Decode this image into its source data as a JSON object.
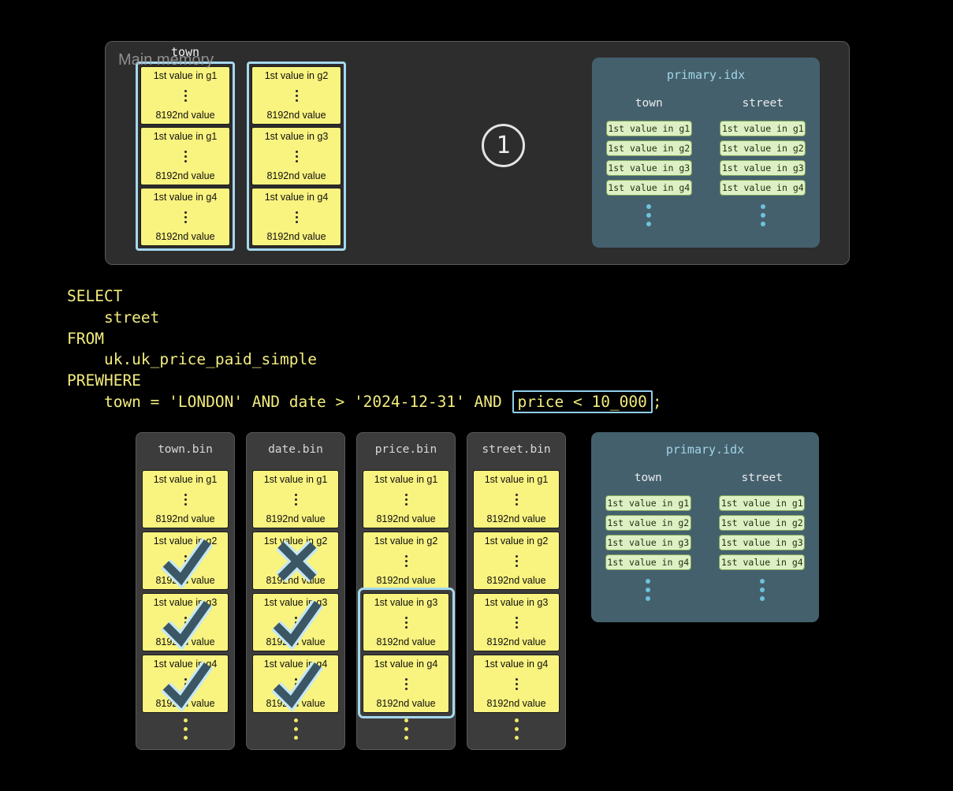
{
  "top_panel": {
    "label": "Main memory",
    "step_badge": "1",
    "column_label": "town",
    "stacks": [
      {
        "name": "stack-1",
        "blocks": [
          {
            "top": "1st value in g1",
            "bottom": "8192nd value"
          },
          {
            "top": "1st value in g1",
            "bottom": "8192nd value"
          },
          {
            "top": "1st value in g4",
            "bottom": "8192nd value"
          }
        ]
      },
      {
        "name": "stack-2",
        "blocks": [
          {
            "top": "1st value in g2",
            "bottom": "8192nd value"
          },
          {
            "top": "1st value in g3",
            "bottom": "8192nd value"
          },
          {
            "top": "1st value in g4",
            "bottom": "8192nd value"
          }
        ]
      }
    ]
  },
  "primary_idx": {
    "title": "primary.idx",
    "columns": [
      {
        "header": "town",
        "entries": [
          "1st value in g1",
          "1st value in g2",
          "1st value in g3",
          "1st value in g4"
        ]
      },
      {
        "header": "street",
        "entries": [
          "1st value in g1",
          "1st value in g2",
          "1st value in g3",
          "1st value in g4"
        ]
      }
    ]
  },
  "sql": {
    "lines": [
      "SELECT",
      "    street",
      "FROM",
      "    uk.uk_price_paid_simple",
      "PREWHERE"
    ],
    "where_prefix": "    town = 'LONDON' AND date > '2024-12-31' AND ",
    "where_highlight": "price < 10_000",
    "where_suffix": ";"
  },
  "bins": [
    {
      "name": "town.bin",
      "blocks": [
        {
          "top": "1st value in g1",
          "bottom": "8192nd value",
          "mark": "none"
        },
        {
          "top": "1st value in g2",
          "bottom": "8192nd value",
          "mark": "check"
        },
        {
          "top": "1st value in g3",
          "bottom": "8192nd value",
          "mark": "check"
        },
        {
          "top": "1st value in g4",
          "bottom": "8192nd value",
          "mark": "check"
        }
      ]
    },
    {
      "name": "date.bin",
      "blocks": [
        {
          "top": "1st value in g1",
          "bottom": "8192nd value",
          "mark": "none"
        },
        {
          "top": "1st value in g2",
          "bottom": "8192nd value",
          "mark": "cross"
        },
        {
          "top": "1st value in g3",
          "bottom": "8192nd value",
          "mark": "check"
        },
        {
          "top": "1st value in g4",
          "bottom": "8192nd value",
          "mark": "check"
        }
      ]
    },
    {
      "name": "price.bin",
      "highlight_blocks": [
        2,
        3
      ],
      "blocks": [
        {
          "top": "1st value in g1",
          "bottom": "8192nd value",
          "mark": "none"
        },
        {
          "top": "1st value in g2",
          "bottom": "8192nd value",
          "mark": "none"
        },
        {
          "top": "1st value in g3",
          "bottom": "8192nd value",
          "mark": "none"
        },
        {
          "top": "1st value in g4",
          "bottom": "8192nd value",
          "mark": "none"
        }
      ]
    },
    {
      "name": "street.bin",
      "blocks": [
        {
          "top": "1st value in g1",
          "bottom": "8192nd value",
          "mark": "none"
        },
        {
          "top": "1st value in g2",
          "bottom": "8192nd value",
          "mark": "none"
        },
        {
          "top": "1st value in g3",
          "bottom": "8192nd value",
          "mark": "none"
        },
        {
          "top": "1st value in g4",
          "bottom": "8192nd value",
          "mark": "none"
        }
      ]
    }
  ],
  "colors": {
    "background": "#000000",
    "panel_bg": "#2d2d2d",
    "bin_bg": "#3c3c3c",
    "block_yellow": "#f9f37f",
    "stack_border_blue": "#a5d8ec",
    "pidx_bg": "#44606d",
    "pidx_title": "#a3d5e6",
    "entry_green_bg": "#ddf0c3",
    "entry_green_border": "#7ea35a",
    "cyan_dot": "#6ec2dc",
    "yellow_dot": "#eee96a",
    "sql_yellow": "#f2ec7d",
    "highlight_border": "#8fd0ea",
    "mark_dark": "#3b5766",
    "mark_halo": "#c6e8f4"
  }
}
